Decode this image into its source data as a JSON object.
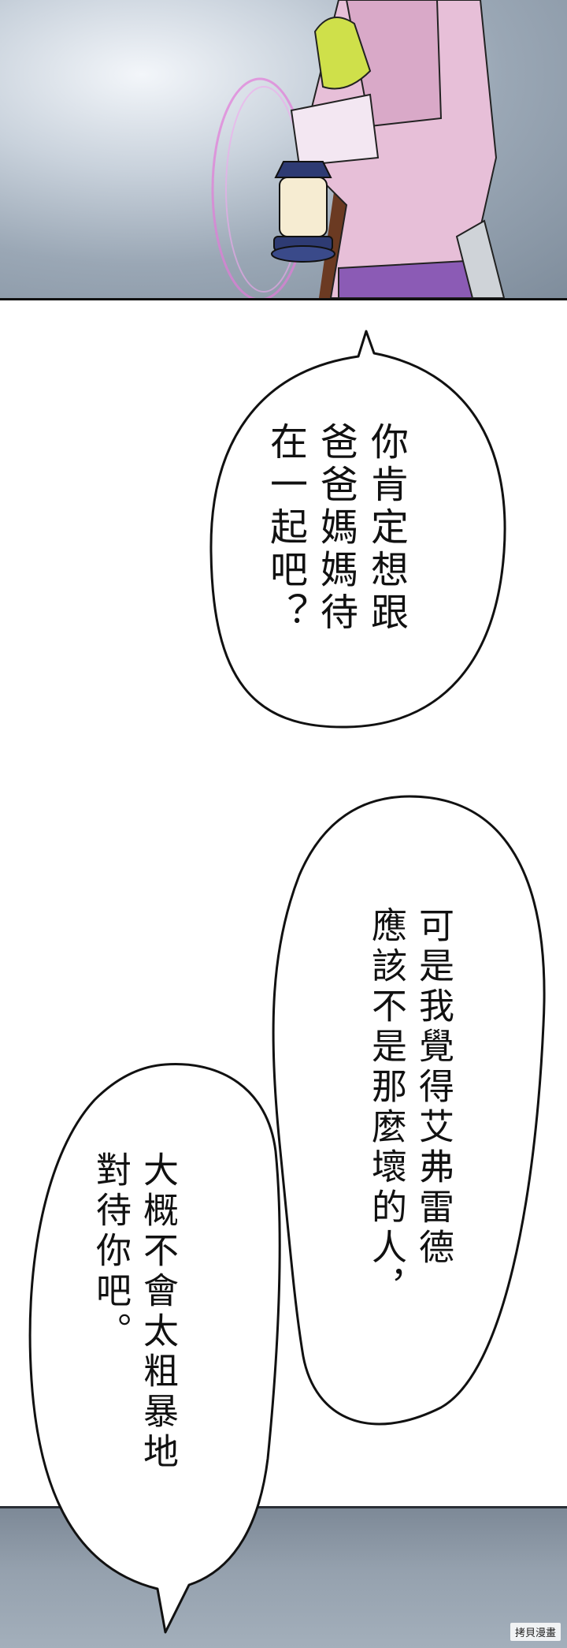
{
  "bubbles": [
    {
      "lines": [
        "你肯定想跟",
        "爸爸媽媽待",
        "在一起吧？"
      ]
    },
    {
      "lines": [
        "可是我覺得艾弗雷德",
        "應該不是那麼壞的人，"
      ]
    },
    {
      "lines": [
        "大概不會太粗暴地",
        "對待你吧。"
      ]
    }
  ],
  "watermark": "拷貝漫畫"
}
